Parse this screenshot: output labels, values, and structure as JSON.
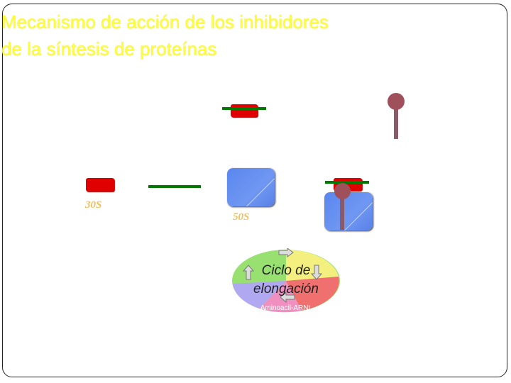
{
  "title": {
    "line1": "Mecanismo de acción de los inhibidores",
    "line2": "de la síntesis de proteínas"
  },
  "labels": {
    "small_subunit": "30S",
    "large_subunit": "50S"
  },
  "cycle": {
    "line1": "Ciclo de",
    "line2": "elongación",
    "sublabel": "Aminoacil-ARNt"
  },
  "colors": {
    "title": "#ffff33",
    "block": "#e00000",
    "bar": "#007a00",
    "subunit": "#6a90f0",
    "trna": "#8a5a68",
    "label": "#f0c060"
  },
  "icons": [
    "arrow-right-icon",
    "arrow-down-icon",
    "arrow-left-icon",
    "arrow-up-icon"
  ]
}
